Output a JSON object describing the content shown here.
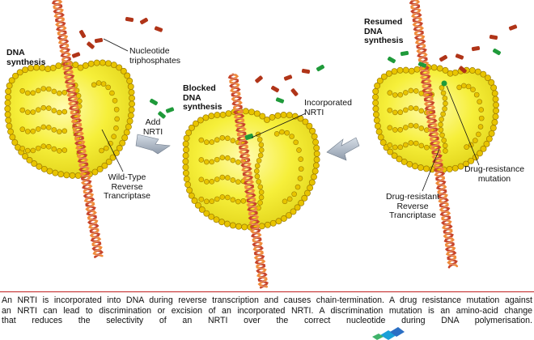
{
  "labels": {
    "dna_synthesis": "DNA\nsynthesis",
    "nucleotide_triphosphates": "Nucleotide\ntriphosphates",
    "add_nrti": "Add\nNRTI",
    "wild_type_rt": "Wild-Type\nReverse\nTrancriptase",
    "blocked_dna_synthesis": "Blocked\nDNA\nsynthesis",
    "incorporated_nrti": "Incorporated\nNRTI",
    "resumed_dna_synthesis": "Resumed\nDNA\nsynthesis",
    "drug_resistance_mutation": "Drug-resistance\nmutation",
    "drug_resistant_rt": "Drug-resistant\nReverse\nTrancriptase"
  },
  "caption": {
    "line1": "An NRTI is incorporated into DNA during reverse transcription and causes chain-termination. A drug resistance mutation against",
    "line2": "an NRTI can lead to discrimination or excision of an incorporated NRTI.  A discrimination mutation is an amino-acid change",
    "line3": "that reduces the selectivity of an NRTI over the correct nucleotide during DNA polymerisation."
  },
  "colors": {
    "enzyme_fill": "#f4ee2a",
    "enzyme_bead": "#e8c400",
    "enzyme_bead_stroke": "#9c7a00",
    "dna_strand_a": "#c7442a",
    "dna_strand_b": "#f08a3a",
    "nrti": "#1f9a3a",
    "nucleotide": "#b03418",
    "arrow": "#a9b4c2",
    "divider": "#c02020"
  }
}
